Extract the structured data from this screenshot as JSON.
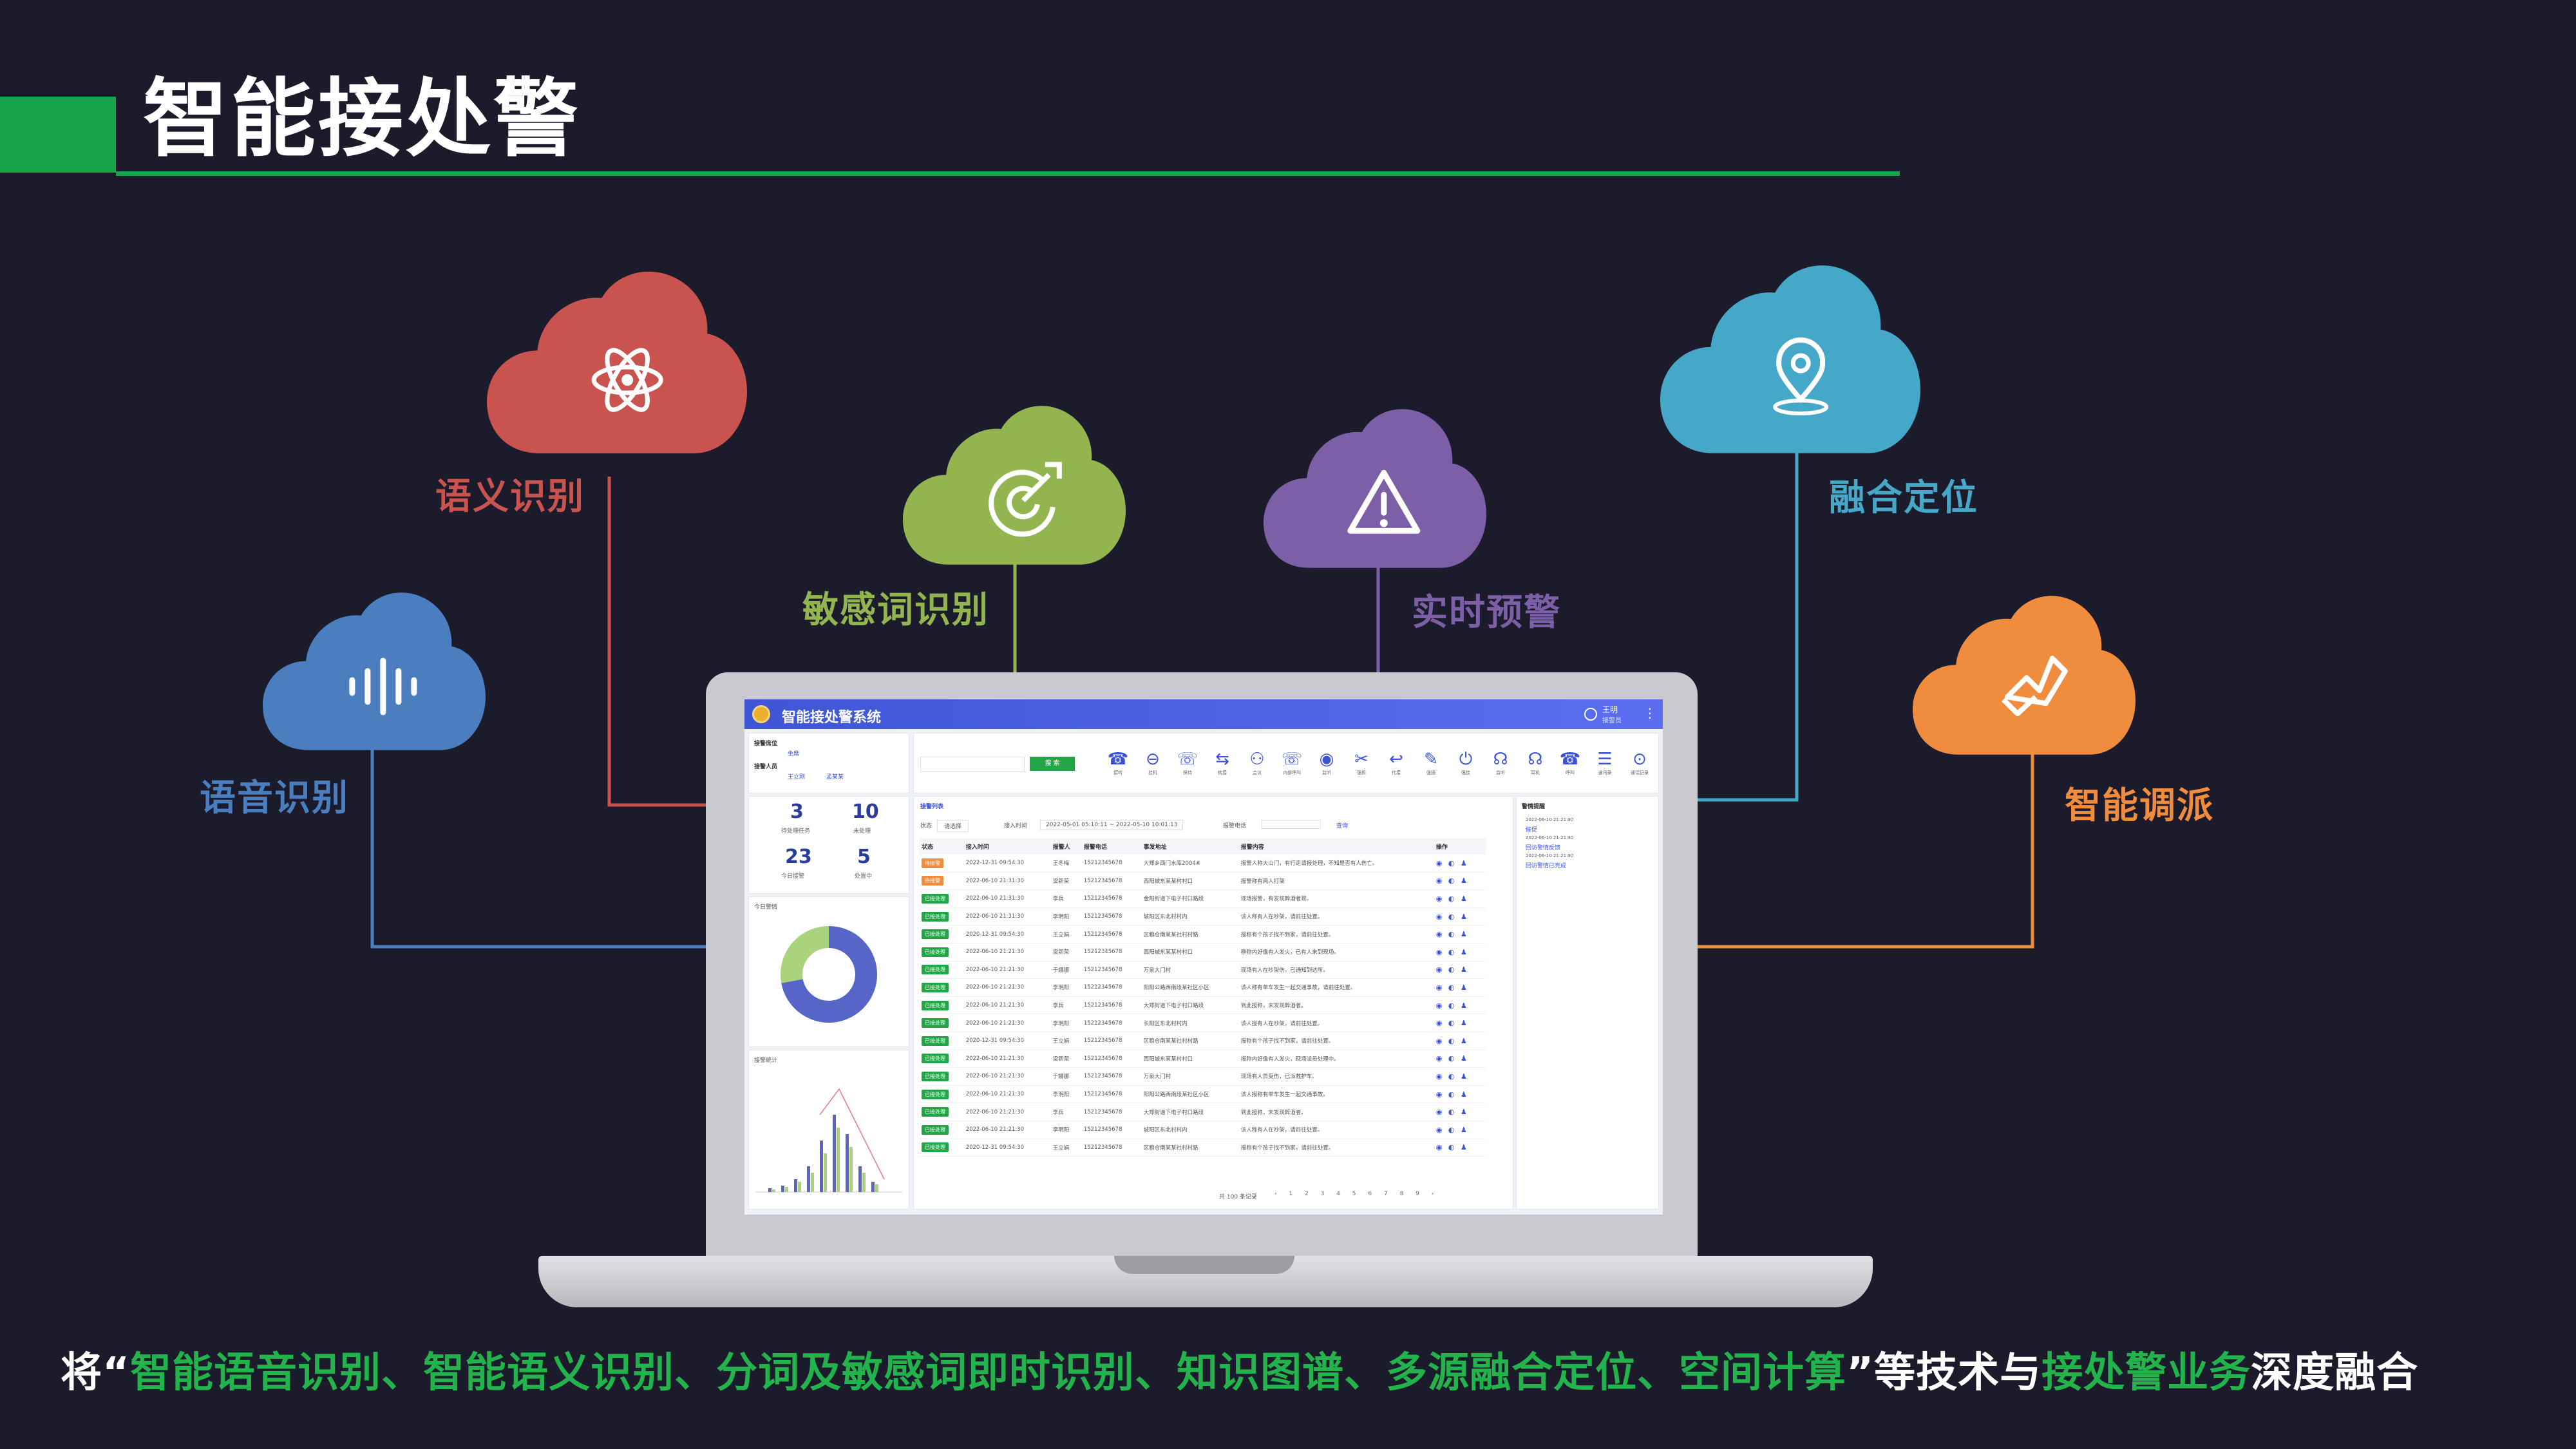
{
  "slide": {
    "title": "智能接处警",
    "caption_parts": [
      {
        "text": "将“",
        "color": "#ffffff"
      },
      {
        "text": "智能语音识别、智能语义识别、分词及敏感词即时识别、知识图谱、多源融合定位、空间计算",
        "color": "#22b34c"
      },
      {
        "text": "”等技术与",
        "color": "#ffffff"
      },
      {
        "text": "接处警业务",
        "color": "#22b34c"
      },
      {
        "text": "深度融合",
        "color": "#ffffff"
      }
    ]
  },
  "features": [
    {
      "id": "voice",
      "label": "语音识别",
      "color": "#4a7ebf",
      "icon": "sound-wave-icon"
    },
    {
      "id": "semantic",
      "label": "语义识别",
      "color": "#c9534f",
      "icon": "atom-icon"
    },
    {
      "id": "sensitive",
      "label": "敏感词识别",
      "color": "#93b54f",
      "icon": "target-icon"
    },
    {
      "id": "warning",
      "label": "实时预警",
      "color": "#7d5fa8",
      "icon": "warning-icon"
    },
    {
      "id": "location",
      "label": "融合定位",
      "color": "#45a8c8",
      "icon": "location-pin-icon"
    },
    {
      "id": "dispatch",
      "label": "智能调派",
      "color": "#f08c3d",
      "icon": "flag-icon"
    }
  ],
  "app": {
    "title": "智能接处警系统",
    "user_name": "王明",
    "user_role": "接警员",
    "left": {
      "section1": "接警席位",
      "section1_val": "坐席",
      "section2": "接警人员",
      "section2_vals": [
        "王立刚",
        "孟某某"
      ],
      "stats": [
        {
          "num": "3",
          "label": "待处理任务"
        },
        {
          "num": "10",
          "label": "未处理"
        },
        {
          "num": "23",
          "label": "今日接警"
        },
        {
          "num": "5",
          "label": "处置中"
        }
      ],
      "donut_title": "今日警情",
      "bar_title": "接警统计",
      "donut_value": 0.72
    },
    "toolbar": {
      "search_button": "搜 索",
      "tools": [
        "接听",
        "挂机",
        "保持",
        "转接",
        "会议",
        "内部呼叫",
        "监听",
        "强拆",
        "代接",
        "强插",
        "强挂",
        "监听",
        "耳机",
        "呼叫",
        "通讯录",
        "通话记录"
      ]
    },
    "list": {
      "tab": "接警列表",
      "filter_labels": [
        "状态",
        "接入时间",
        "报警电话"
      ],
      "filter_select": "请选择",
      "date_range": "2022-05-01 05:10:11 ~ 2022-05-10 10:01:13",
      "search": "查询",
      "columns": [
        "状态",
        "接入时间",
        "报警人",
        "报警电话",
        "事发地址",
        "报警内容",
        "操作"
      ],
      "rows": [
        {
          "status": "待接警",
          "status_color": "#f08c3d",
          "time": "2022-12-31 09:54:30",
          "name": "王冬梅",
          "phone": "15212345678",
          "addr": "大郑乡西门水库2004#",
          "content": "报警人称大山门，有行走请报处理，不知是否有人伤亡。"
        },
        {
          "status": "待接警",
          "status_color": "#f08c3d",
          "time": "2022-06-10 21:31:30",
          "name": "梁新荣",
          "phone": "15212345678",
          "addr": "西阳城东某某村村口",
          "content": "报警称有两人打架"
        },
        {
          "status": "已接处理",
          "status_color": "#22a447",
          "time": "2022-06-10 21:31:30",
          "name": "李兵",
          "phone": "15212345678",
          "addr": "金阳街道下电子村口路段",
          "content": "现场报警，有发现醉酒者现。"
        },
        {
          "status": "已接处理",
          "status_color": "#22a447",
          "time": "2022-06-10 21:31:30",
          "name": "李明阳",
          "phone": "15212345678",
          "addr": "城阳区东北村村内",
          "content": "该人称有人在吵架，请前往处置。"
        },
        {
          "status": "已接处理",
          "status_color": "#22a447",
          "time": "2020-12-31 09:54:30",
          "name": "王立娟",
          "phone": "15212345678",
          "addr": "区粮仓南某某社村村路",
          "content": "报称有个孩子找不到家，请前往处置。"
        },
        {
          "status": "已接处理",
          "status_color": "#22a447",
          "time": "2022-06-10 21:21:30",
          "name": "梁新荣",
          "phone": "15212345678",
          "addr": "西阳城东某某村村口",
          "content": "群称内好像有人发火，已有人来到现场。"
        },
        {
          "status": "已接处理",
          "status_color": "#22a447",
          "time": "2022-06-10 21:21:30",
          "name": "于娜娜",
          "phone": "15212345678",
          "addr": "万泉大门村",
          "content": "现场有人在吵架伤，已通知到达所。"
        },
        {
          "status": "已接处理",
          "status_color": "#22a447",
          "time": "2022-06-10 21:21:30",
          "name": "李明阳",
          "phone": "15212345678",
          "addr": "阳阳公路西南段某社区小区",
          "content": "该人称有单车发生一起交通事故，请前往处置。"
        },
        {
          "status": "已接处理",
          "status_color": "#22a447",
          "time": "2022-06-10 21:21:30",
          "name": "李兵",
          "phone": "15212345678",
          "addr": "大郑街道下电子村口路段",
          "content": "到此报称，未发现醉酒者。"
        },
        {
          "status": "已接处理",
          "status_color": "#22a447",
          "time": "2022-06-10 21:21:30",
          "name": "李明阳",
          "phone": "15212345678",
          "addr": "长阳区东北村村内",
          "content": "该人报有人在吵架，请前往处置。"
        },
        {
          "status": "已接处理",
          "status_color": "#22a447",
          "time": "2020-12-31 09:54:30",
          "name": "王立娟",
          "phone": "15212345678",
          "addr": "区粮仓南某某社村村路",
          "content": "报称有个孩子找不到家，请前往处置。"
        },
        {
          "status": "已接处理",
          "status_color": "#22a447",
          "time": "2022-06-10 21:21:30",
          "name": "梁新荣",
          "phone": "15212345678",
          "addr": "西阳城东某某村村口",
          "content": "报称内好像有人发火，现场派员处理中。"
        },
        {
          "status": "已接处理",
          "status_color": "#22a447",
          "time": "2022-06-10 21:21:30",
          "name": "于娜娜",
          "phone": "15212345678",
          "addr": "万泉大门村",
          "content": "现场有人员受伤，已派救护车。"
        },
        {
          "status": "已接处理",
          "status_color": "#22a447",
          "time": "2022-06-10 21:21:30",
          "name": "李明阳",
          "phone": "15212345678",
          "addr": "阳阳公路西南段某社区小区",
          "content": "该人报称有单车发生一起交通事故。"
        },
        {
          "status": "已接处理",
          "status_color": "#22a447",
          "time": "2022-06-10 21:21:30",
          "name": "李兵",
          "phone": "15212345678",
          "addr": "大郑街道下电子村口路段",
          "content": "到此报称，未发现醉酒者。"
        },
        {
          "status": "已接处理",
          "status_color": "#22a447",
          "time": "2022-06-10 21:21:30",
          "name": "李明阳",
          "phone": "15212345678",
          "addr": "城阳区东北村村内",
          "content": "该人称有人在吵架，请前往处置。"
        },
        {
          "status": "已接处理",
          "status_color": "#22a447",
          "time": "2020-12-31 09:54:30",
          "name": "王立娟",
          "phone": "15212345678",
          "addr": "区粮仓南某某社村村路",
          "content": "报称有个孩子找不到家，请前往处置。"
        }
      ],
      "pagination": "共 100 条记录"
    },
    "right": {
      "title": "警情提醒",
      "items": [
        {
          "time": "2022-06-10 21:21:30",
          "text": "催促"
        },
        {
          "time": "2022-06-10 21:21:30",
          "text": "回访警情反馈"
        },
        {
          "time": "2022-06-10 21:21:30",
          "text": "回访警情已完成"
        }
      ]
    }
  }
}
